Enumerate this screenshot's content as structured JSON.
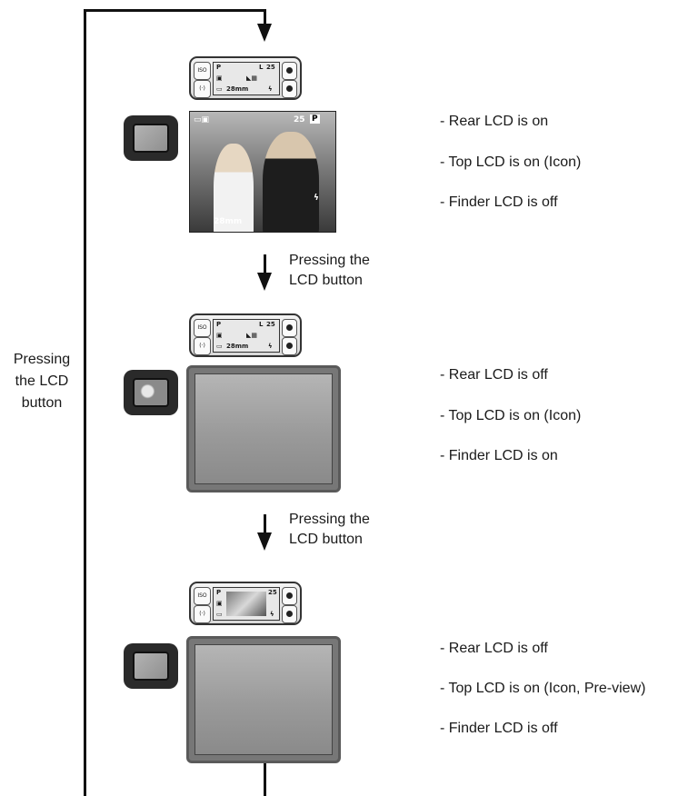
{
  "side_label": [
    "Pressing",
    "the LCD",
    "button"
  ],
  "steps": [
    {
      "descriptions": [
        "- Rear LCD is on",
        "- Top LCD is on (Icon)",
        "- Finder LCD is off"
      ]
    },
    {
      "descriptions": [
        "- Rear LCD is off",
        "- Top LCD is on (Icon)",
        "- Finder LCD is on"
      ]
    },
    {
      "descriptions": [
        "- Rear LCD is off",
        "- Top LCD is on (Icon, Pre-view)",
        "- Finder LCD is off"
      ]
    }
  ],
  "transitions": [
    [
      "Pressing the",
      "LCD button"
    ],
    [
      "Pressing the",
      "LCD button"
    ]
  ],
  "top_lcd": {
    "left_buttons": [
      "ISO",
      "(·)"
    ],
    "mode": "P",
    "size": "L",
    "count": "25",
    "zoom": "28mm"
  },
  "rear_lcd_hud": {
    "count": "25",
    "mode_badge": "P",
    "zoom": "28mm"
  }
}
